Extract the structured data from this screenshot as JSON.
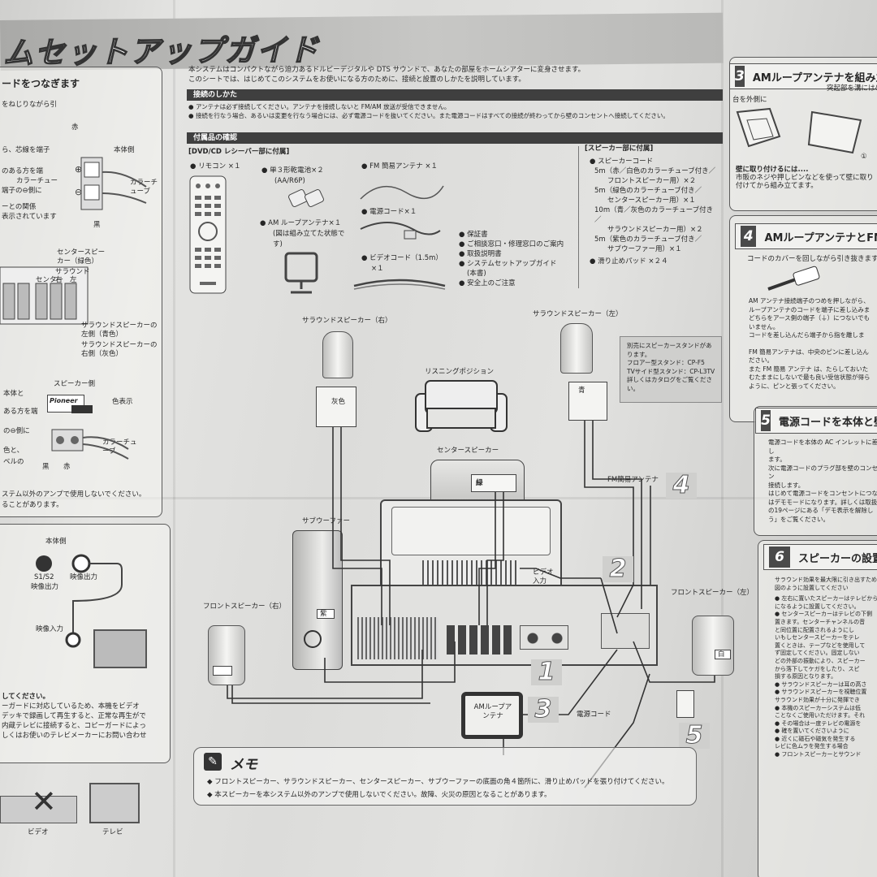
{
  "header": {
    "title": "ムセットアップガイド",
    "intro_1": "本システムはコンパクトながら迫力あるドルビーデジタルや DTS サウンドで、あなたの部屋をホームシアターに変身させます。",
    "intro_2": "このシートでは、はじめてこのシステムをお使いになる方のために、接続と設置のしかたを説明しています。"
  },
  "connection": {
    "heading": "接続のしかた",
    "note_1": "アンテナは必ず接続してください。アンテナを接続しないと FM/AM 放送が受信できません。",
    "note_2": "接続を行なう場合、あるいは変更を行なう場合には、必ず電源コードを抜いてください。また電源コードはすべての接続が終わってから壁のコンセントへ接続してください。"
  },
  "accessories": {
    "heading": "付属品の確認",
    "receiver_heading": "[DVD/CD レシーバー部に付属]",
    "items": {
      "remote": "リモコン ×１",
      "battery": "単３形乾電池×２",
      "battery_sub": "(AA/R6P)",
      "fm": "FM 簡易アンテナ ×１",
      "am": "AM ループアンテナ×１",
      "am_sub1": "(図は組み立てた状態で",
      "am_sub2": "す)",
      "power": "電源コード×１",
      "video1": "ビデオコード（1.5m）",
      "video2": "×１"
    },
    "docs": [
      "保証書",
      "ご相談窓口・修理窓口のご案内",
      "取扱説明書",
      "システムセットアップガイド",
      "(本書)",
      "安全上のご注意"
    ],
    "speaker_heading": "[スピーカー部に付属]",
    "speaker_items": [
      "スピーカーコード",
      "5m（赤／白色のカラーチューブ付き／",
      "フロントスピーカー用）×２",
      "5m（緑色のカラーチューブ付き／",
      "センタースピーカー用）×１",
      "10m（青／灰色のカラーチューブ付き／",
      "サラウンドスピーカー用）×２",
      "5m（紫色のカラーチューブ付き／",
      "サブウーファー用）×１"
    ],
    "pad": "滑り止めパッド ×２４"
  },
  "left": {
    "head": "ードをつなぎます",
    "twist": "をねじりながら引",
    "l1": "ら、芯線を端子",
    "l2": "のある方を端",
    "l3": "カラーチュー",
    "l4": "端子の⊖側に",
    "l5": "ーとの関係",
    "l6": "表示されています",
    "red": "赤",
    "body_side": "本体側",
    "color_tube": "カラーチューブ",
    "black": "黒",
    "center_spk": "センタースピーカー（緑色）",
    "surround": "サラウンド",
    "center": "センター",
    "right": "右",
    "left": "左",
    "sl": "サラウンドスピーカーの左側（青色）",
    "sr": "サラウンドスピーカーの右側（灰色）",
    "spk_side": "スピーカー側",
    "color_disp": "色表示",
    "brand": "Pioneer",
    "m1": "本体と",
    "m2": "ある方を端",
    "m3": "の⊖側に",
    "m4": "色と、",
    "m5": "ベルの",
    "warn1": "ステム以外のアンプで使用しないでください。",
    "warn2": "ることがあります。",
    "video_body": "本体側",
    "s1s2": "S1/S2",
    "video_out_s": "映像出力",
    "video_out": "映像出力",
    "video_in": "映像入力",
    "cp1": "してください。",
    "cp2": "ーガードに対応しているため、本機をビデオ",
    "cp3": "デッキで録画して再生すると、正常な再生がで",
    "cp4": "内蔵テレビに接続すると、コピーガードによっ",
    "cp5": "しくはお使いのテレビメーカーにお問い合わせ",
    "video": "ビデオ",
    "tv": "テレビ"
  },
  "diagram": {
    "sr": "サラウンドスピーカー（右）",
    "sl": "サラウンドスピーカー（左）",
    "gray": "灰色",
    "blue": "青",
    "stand1": "別売にスピーカースタンドがあります。",
    "stand2": "フロアー型スタンド：CP-F5",
    "stand3": "TVサイド型スタンド：CP-L3TV",
    "stand4": "詳しくはカタログをご覧ください。",
    "listening": "リスニングポジション",
    "center": "センタースピーカー",
    "green": "緑",
    "fm": "FM簡易アンテナ",
    "sub": "サブウーファー",
    "purple": "紫",
    "video_in": "ビデオ入力",
    "fr": "フロントスピーカー（右）",
    "fl": "フロントスピーカー（左）",
    "white": "白",
    "am": "AMループアンテナ",
    "power": "電源コード",
    "n1": "1",
    "n2": "2",
    "n3": "3",
    "n4": "4",
    "n5": "5"
  },
  "memo": {
    "title": "メモ",
    "l1": "◆ フロントスピーカー、サラウンドスピーカー、センタースピーカー、サブウーファーの底面の角４箇所に、滑り止めパッドを張り付けてください。",
    "l2": "◆ 本スピーカーを本システム以外のアンプで使用しないでください。故障、火災の原因となることがあります。"
  },
  "steps": {
    "s3": {
      "num": "3",
      "title": "AMループアンテナを組み立",
      "t1": "台を外側に",
      "t2": "突起部を溝にはめ",
      "t3": "壁に取り付けるには....",
      "t4": "市販のネジや押しピンなどを使って壁に取り",
      "t5": "付けてから組み立てます。",
      "t6": "①"
    },
    "s4": {
      "num": "4",
      "title": "AMループアンテナとFM",
      "t1": "コードのカバーを回しながら引き抜きます。",
      "t2": "AM アンテナ接続端子のつめを押しながら、",
      "t3": "ループアンテナのコードを端子に差し込みま",
      "t4": "どちらをアース側の端子（⏚）につないでも",
      "t5": "いません。",
      "t6": "コードを差し込んだら端子から指を離しま",
      "t7": "FM 簡易アンテナは、中央のピンに差し込ん",
      "t8": "ださい。",
      "t9": "また FM 簡易 アンテナ は、たらしておいた",
      "t10": "むたままにしないで最も良い受信状態が得ら",
      "t11": "ように、ピンと張ってください。"
    },
    "s5": {
      "num": "5",
      "title": "電源コードを本体と壁",
      "t1": "電源コードを本体の AC インレットに差し",
      "t2": "ます。",
      "t3": "次に電源コードのプラグ部を壁のコンセン",
      "t4": "接続します。",
      "t5": "はじめて電源コードをコンセントにつな",
      "t6": "はデモモードになります。詳しくは取扱",
      "t7": "の19ページにある「デモ表示を解除し",
      "t8": "う」をご覧ください。"
    },
    "s6": {
      "num": "6",
      "title": "スピーカーの設置",
      "t1": "サラウンド効果を最大限に引き出すため",
      "t2": "図のように設置してください",
      "t3": "● 左右に置いたスピーカーはテレビから",
      "t4": "になるように設置してください。",
      "t5": "● センタースピーカーはテレビの下側",
      "t6": "置きます。センターチャンネルの音",
      "t7": "と同位置に配置されるようにし",
      "t8": "いもしセンタースピーカーをテレ",
      "t9": "置くときは、テープなどを使用して",
      "t10": "ず固定してください。固定しない",
      "t11": "どの外部の振動により、スピーカー",
      "t12": "から落下してケガをしたり、スピ",
      "t13": "損する原因となります。",
      "t14": "● サラウンドスピーカーは耳の高さ",
      "t15": "● サラウンドスピーカーを視聴位置",
      "t16": "サラウンド効果が十分に発揮でき",
      "t17": "● 本機のスピーカーシステムは低",
      "t18": "ことなくご使用いただけます。それ",
      "t19": "● その場合は一度テレビの電源を",
      "t20": "● 確を置いてくださいように",
      "t21": "● 近くに磁石や磁気を発生する",
      "t22": "レビに色ムラを発生する場合",
      "t23": "● フロントスピーカーとサウンド"
    }
  },
  "colors": {
    "bar": "#3f3f3f",
    "paper": "#e2e2e0"
  }
}
